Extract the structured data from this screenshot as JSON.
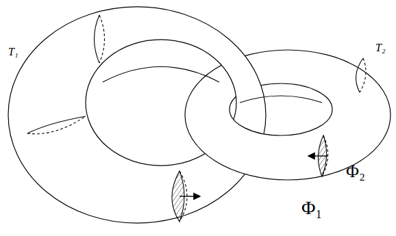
{
  "diagram": {
    "labels": [
      "T₁",
      "T₂",
      "Φ₂",
      "Φ₁"
    ]
  }
}
